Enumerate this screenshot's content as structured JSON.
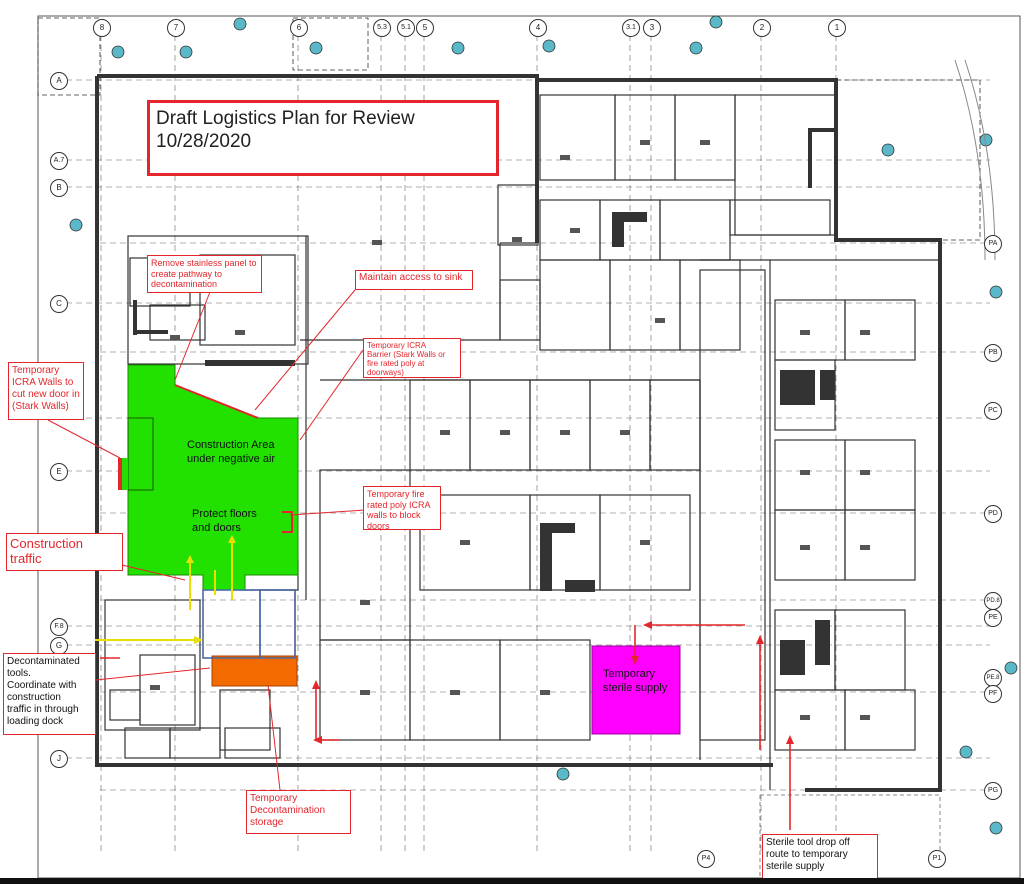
{
  "title": {
    "line1": "Draft Logistics Plan for Review",
    "line2": "10/28/2020"
  },
  "grid": {
    "columns": [
      "8",
      "7",
      "6",
      "5.3",
      "5.1",
      "5",
      "4",
      "3.1",
      "3",
      "2",
      "1"
    ],
    "rows": [
      "A",
      "A.7",
      "B",
      "C",
      "E",
      "F.8",
      "G",
      "J"
    ],
    "right_rows": [
      "PA",
      "PB",
      "PC",
      "PD",
      "PD.8",
      "PE",
      "PE.8",
      "PF",
      "PG"
    ],
    "bottom_columns": [
      "P4",
      "P1"
    ]
  },
  "areas": {
    "construction_line1": "Construction Area",
    "construction_line2": "under negative air",
    "protect_line1": "Protect floors",
    "protect_line2": "and doors",
    "sterile_line1": "Temporary",
    "sterile_line2": "sterile supply"
  },
  "notes": {
    "stainless_line1": "Remove stainless panel to",
    "stainless_line2": "create pathway to",
    "stainless_line3": "decontamination",
    "sink": "Maintain access to sink",
    "icra_walls_line1": "Temporary",
    "icra_walls_line2": "ICRA Walls to",
    "icra_walls_line3": "cut new door in",
    "icra_walls_line4": "(Stark Walls)",
    "barrier_line1": "Temporary ICRA",
    "barrier_line2": "Barrier (Stark Walls or",
    "barrier_line3": "fire rated poly at",
    "barrier_line4": "doorways)",
    "fire_poly_line1": "Temporary fire",
    "fire_poly_line2": "rated poly ICRA",
    "fire_poly_line3": "walls to block",
    "fire_poly_line4": "doors",
    "construction_traffic_line1": "Construction",
    "construction_traffic_line2": "traffic",
    "decon_tools_line1": "Decontaminated",
    "decon_tools_line2": "tools.",
    "decon_tools_line3": "Coordinate with",
    "decon_tools_line4": "construction",
    "decon_tools_line5": "traffic in through",
    "decon_tools_line6": "loading dock",
    "decon_storage_line1": "Temporary",
    "decon_storage_line2": "Decontamination",
    "decon_storage_line3": "storage",
    "sterile_route_line1": "Sterile tool drop off",
    "sterile_route_line2": "route to temporary",
    "sterile_route_line3": "sterile supply"
  },
  "colors": {
    "construction_green": "#22e000",
    "decon_orange": "#f26a00",
    "sterile_magenta": "#ff00ff",
    "note_red": "#e4262c",
    "traffic_yellow": "#f7f200",
    "wall": "#333333"
  }
}
